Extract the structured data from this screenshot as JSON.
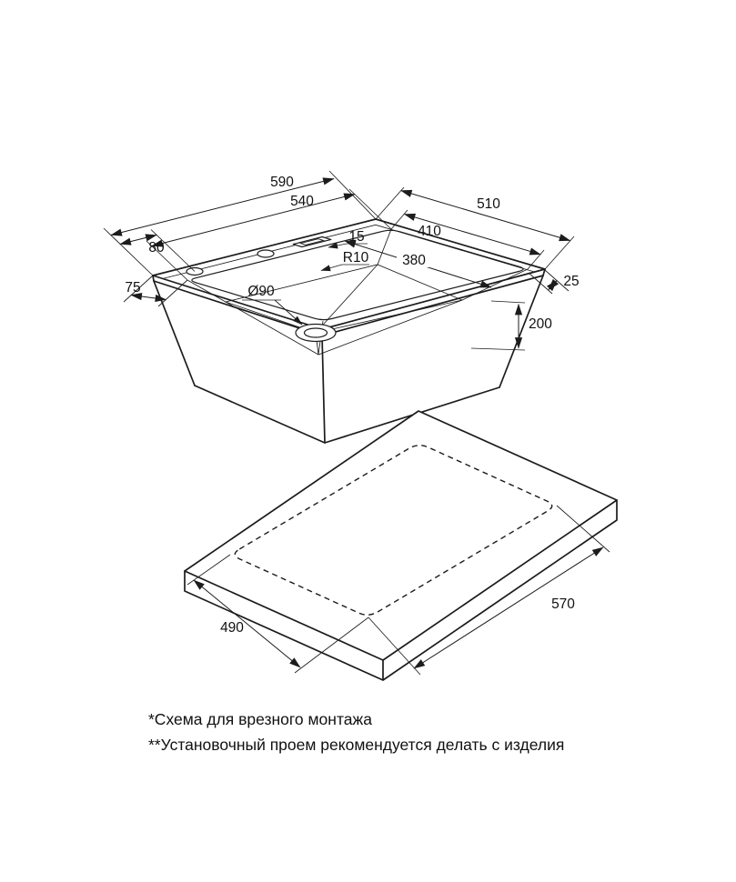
{
  "page": {
    "background": "#ffffff",
    "line_color": "#1c1c1c"
  },
  "sink_view": {
    "labels": {
      "overall_width": "590",
      "bowl_width": "540",
      "overall_depth": "510",
      "bowl_depth": "410",
      "hole_offset": "80",
      "ledge_left": "75",
      "ledge_right": "25",
      "edge_width": "15",
      "corner_radius": "R10",
      "bowl_bottom": "380",
      "bowl_height": "200",
      "drain_diameter": "Ø90"
    }
  },
  "cutout_view": {
    "labels": {
      "cutout_depth": "490",
      "cutout_width": "570"
    }
  },
  "notes": {
    "line1": "*Схема для врезного монтажа",
    "line2": "**Установочный проем рекомендуется делать с изделия"
  }
}
